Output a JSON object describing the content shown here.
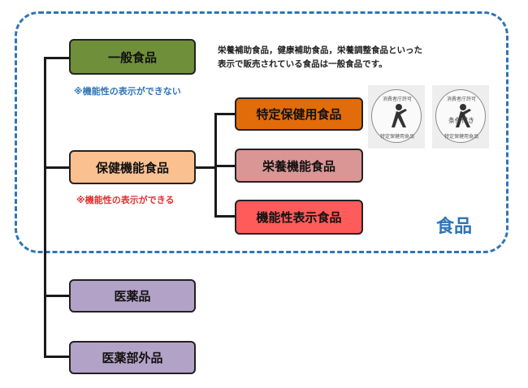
{
  "category_label": "食品",
  "description": [
    "栄養補助食品，健康補助食品，栄養調整食品といった",
    "表示で販売されている食品は一般食品です。"
  ],
  "boxes": {
    "general_food": "一般食品",
    "health_function_food": "保健機能食品",
    "foshu": "特定保健用食品",
    "nutrient_function": "栄養機能食品",
    "function_claims": "機能性表示食品",
    "medicine": "医薬品",
    "quasi_drug": "医薬部外品"
  },
  "notes": {
    "general_food": "※機能性の表示ができない",
    "health_function_food": "※機能性の表示ができる"
  },
  "marks": [
    {
      "top_text": "消費者庁許可",
      "bottom_text": "特定保健用食品",
      "icon": "person-figure-icon"
    },
    {
      "top_text": "消費者庁許可",
      "bottom_text": "特定保健用食品",
      "middle_text": "条件付き",
      "icon": "person-figure-icon"
    }
  ],
  "colors": {
    "frame": "#2e75b6",
    "general_food": "#6f8f3a",
    "health_function_food": "#fac090",
    "foshu": "#e26b0a",
    "nutrient_function": "#d99694",
    "function_claims": "#ff5b5b",
    "medicine_boxes": "#b3a2c7",
    "note_general": "#2e75b6",
    "note_health": "#e03030"
  }
}
